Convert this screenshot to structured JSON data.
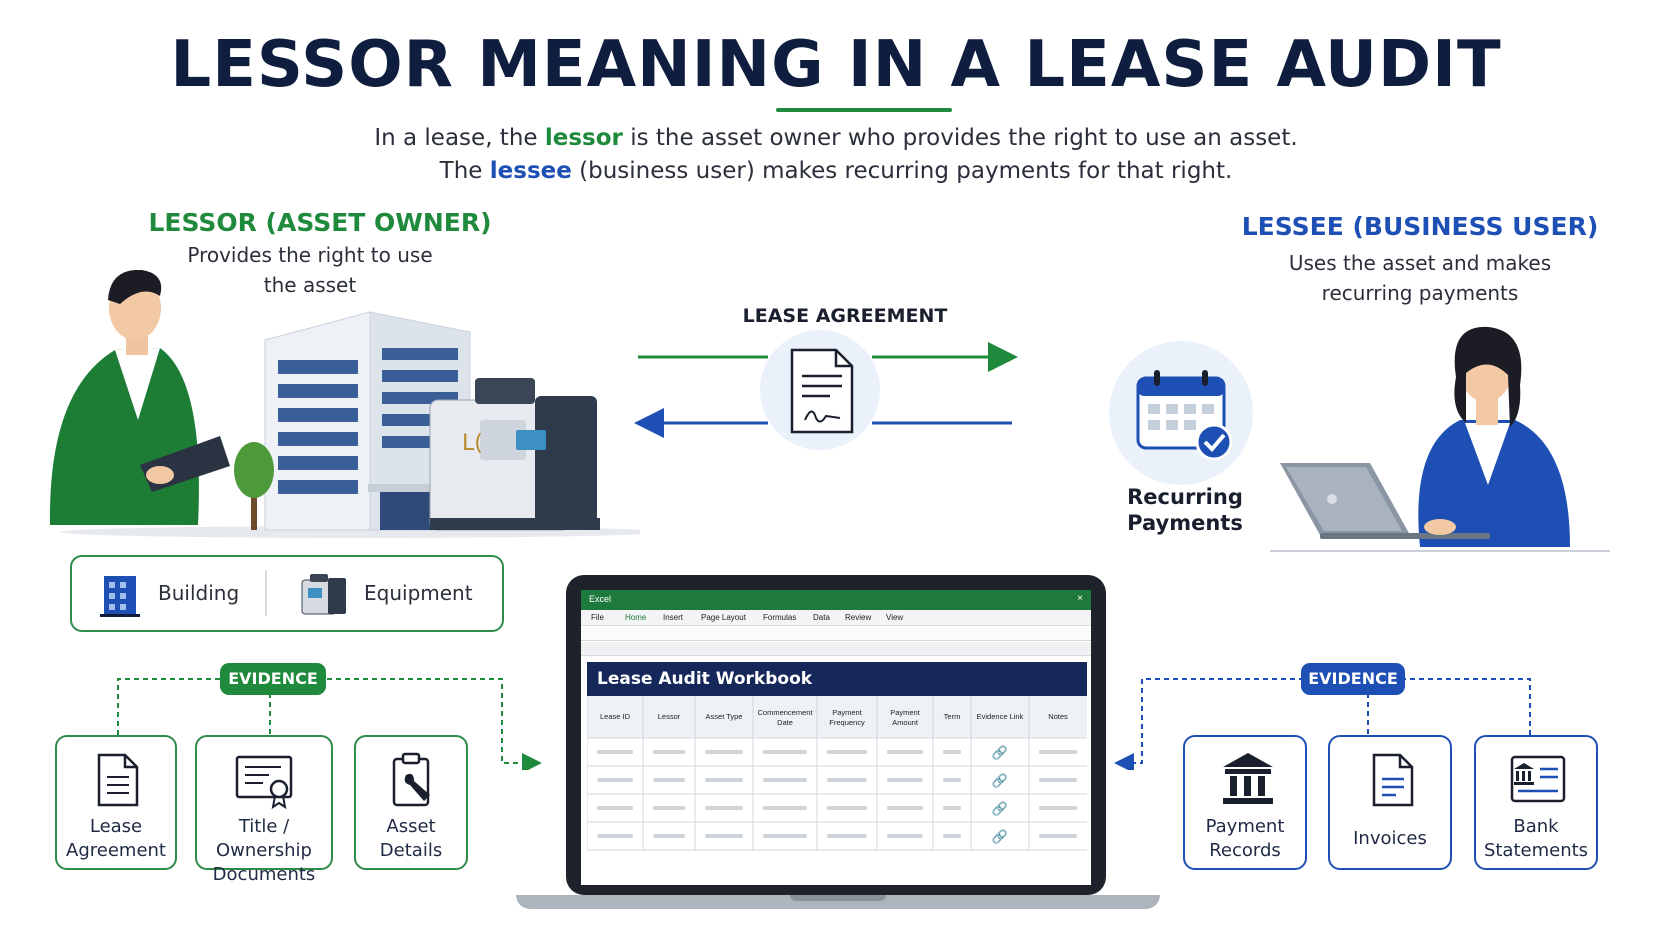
{
  "header": {
    "title": "LESSOR MEANING IN A LEASE AUDIT",
    "subtitle_line1": {
      "pre": "In a lease, the ",
      "hl": "lessor",
      "post": " is the asset owner who provides the right to use an asset."
    },
    "subtitle_line2": {
      "pre": "The ",
      "hl": "lessee",
      "post": " (business user) makes recurring payments for that right."
    }
  },
  "lessor": {
    "title": "LESSOR (ASSET OWNER)",
    "desc_line1": "Provides the right to use",
    "desc_line2": "the asset",
    "assets": [
      "Building",
      "Equipment"
    ],
    "evidence_label": "EVIDENCE",
    "evidence": [
      {
        "line1": "Lease",
        "line2": "Agreement"
      },
      {
        "line1": "Title / Ownership",
        "line2": "Documents"
      },
      {
        "line1": "Asset",
        "line2": "Details"
      }
    ]
  },
  "lessee": {
    "title": "LESSEE (BUSINESS USER)",
    "desc_line1": "Uses the asset and makes",
    "desc_line2": "recurring payments",
    "evidence_label": "EVIDENCE",
    "evidence": [
      {
        "line1": "Payment",
        "line2": "Records"
      },
      {
        "line1": "Invoices",
        "line2": ""
      },
      {
        "line1": "Bank",
        "line2": "Statements"
      }
    ]
  },
  "middle": {
    "agreement_label": "LEASE AGREEMENT",
    "recurring_line1": "Recurring",
    "recurring_line2": "Payments"
  },
  "workbook": {
    "app_name": "Excel",
    "ribbon_tabs": [
      "File",
      "Home",
      "Insert",
      "Page Layout",
      "Formulas",
      "Data",
      "Review",
      "View"
    ],
    "title": "Lease Audit Workbook",
    "columns": [
      {
        "l1": "Lease ID",
        "l2": ""
      },
      {
        "l1": "Lessor",
        "l2": ""
      },
      {
        "l1": "Asset Type",
        "l2": ""
      },
      {
        "l1": "Commencement",
        "l2": "Date"
      },
      {
        "l1": "Payment",
        "l2": "Frequency"
      },
      {
        "l1": "Payment",
        "l2": "Amount"
      },
      {
        "l1": "Term",
        "l2": ""
      },
      {
        "l1": "Evidence Link",
        "l2": ""
      },
      {
        "l1": "Notes",
        "l2": ""
      }
    ],
    "row_count": 4
  },
  "colors": {
    "navy": "#0f1d3f",
    "green": "#1f8a3b",
    "blue": "#1d4fb5",
    "excel_green": "#1e7a3c"
  }
}
